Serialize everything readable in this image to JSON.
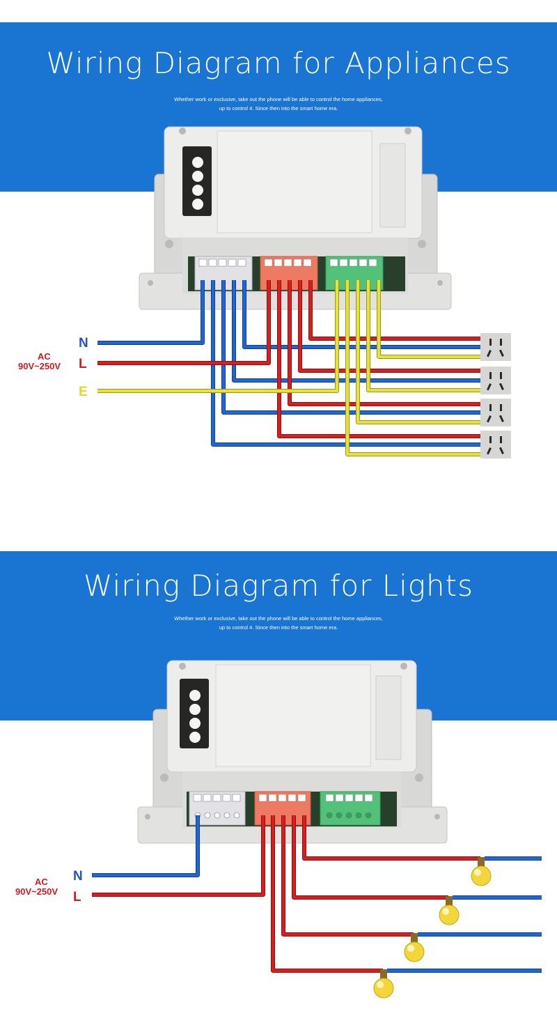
{
  "appliances": {
    "title": "Wiring Diagram for Appliances",
    "subtitle_line1": "Whether work or exclusive, take out the phone will be able to control the home appliances,",
    "subtitle_line2": "up to control 4. Since then into the smart home era.",
    "label_n": "N",
    "label_ac": "AC",
    "label_voltage": "90V~250V",
    "label_l": "L",
    "label_e": "E"
  },
  "lights": {
    "title": "Wiring Diagram for Lights",
    "subtitle_line1": "Whether work or exclusive, take out the phone will be able to control the home appliances,",
    "subtitle_line2": "up to control 4. Since then into the smart home era.",
    "label_n": "N",
    "label_ac": "AC",
    "label_voltage": "90V~250V",
    "label_l": "L"
  },
  "colors": {
    "banner": "#1a74d1",
    "neutral_wire": "#1f66d6",
    "live_wire": "#d81e1e",
    "earth_wire": "#e6e23a",
    "label_n": "#1f55c9",
    "label_l": "#d8181e",
    "label_e": "#e0d82a"
  }
}
